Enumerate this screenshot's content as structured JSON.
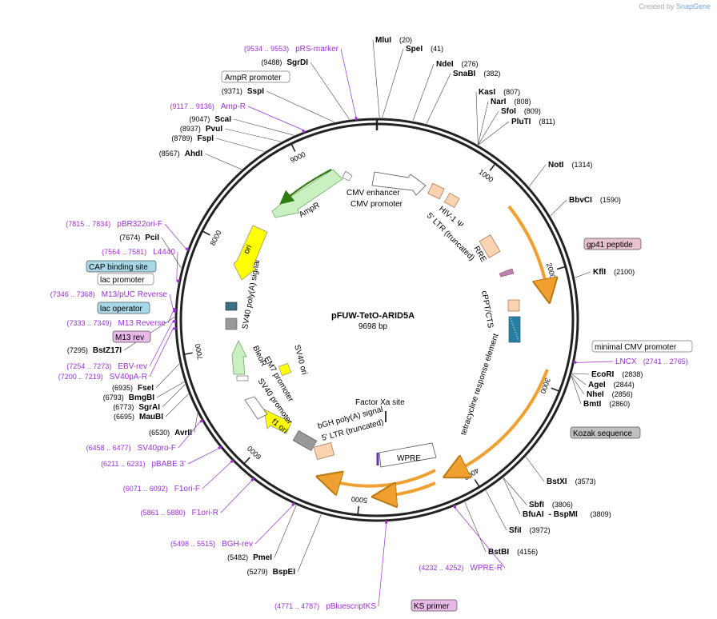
{
  "app": {
    "brand_prefix": "Created by",
    "brand_name": "SnapGene"
  },
  "plasmid": {
    "name": "pFUW-TetO-ARID5A",
    "length_label": "9698 bp",
    "length": 9698
  },
  "colors": {
    "backbone": "#222222",
    "primer": "#9b30d0",
    "orange_feature": "#f0a030"
  },
  "ticks": [
    "1000",
    "2000",
    "3000",
    "4000",
    "5000",
    "6000",
    "7000",
    "8000",
    "9000"
  ],
  "sites": [
    {
      "name": "MluI",
      "pos": "(20)"
    },
    {
      "name": "SpeI",
      "pos": "(41)"
    },
    {
      "name": "NdeI",
      "pos": "(276)"
    },
    {
      "name": "SnaBI",
      "pos": "(382)"
    },
    {
      "name": "KasI",
      "pos": "(807)"
    },
    {
      "name": "NarI",
      "pos": "(808)"
    },
    {
      "name": "SfoI",
      "pos": "(809)"
    },
    {
      "name": "PluTI",
      "pos": "(811)"
    },
    {
      "name": "NotI",
      "pos": "(1314)"
    },
    {
      "name": "BbvCI",
      "pos": "(1590)"
    },
    {
      "name": "KflI",
      "pos": "(2100)"
    },
    {
      "name": "EcoRI",
      "pos": "(2838)"
    },
    {
      "name": "AgeI",
      "pos": "(2844)"
    },
    {
      "name": "NheI",
      "pos": "(2856)"
    },
    {
      "name": "BmtI",
      "pos": "(2860)"
    },
    {
      "name": "BstXI",
      "pos": "(3573)"
    },
    {
      "name": "SbfI",
      "pos": "(3806)"
    },
    {
      "name": "BfuAI",
      "pos": "- BspMI"
    },
    {
      "name": "SfiI",
      "pos": "(3972)"
    },
    {
      "name": "BstBI",
      "pos": "(4156)"
    },
    {
      "name": "BspEI",
      "pos": "(5279)"
    },
    {
      "name": "PmeI",
      "pos": "(5482)"
    },
    {
      "name": "AvrII",
      "pos": "(6530)"
    },
    {
      "name": "MauBI",
      "pos": "(6695)"
    },
    {
      "name": "SgrAI",
      "pos": "(6773)"
    },
    {
      "name": "BmgBI",
      "pos": "(6793)"
    },
    {
      "name": "FseI",
      "pos": "(6935)"
    },
    {
      "name": "BstZ17I",
      "pos": "(7295)"
    },
    {
      "name": "PciI",
      "pos": "(7674)"
    },
    {
      "name": "AhdI",
      "pos": "(8567)"
    },
    {
      "name": "FspI",
      "pos": "(8789)"
    },
    {
      "name": "PvuI",
      "pos": "(8937)"
    },
    {
      "name": "ScaI",
      "pos": "(9047)"
    },
    {
      "name": "SspI",
      "pos": "(9371)"
    },
    {
      "name": "SgrDI",
      "pos": "(9488)"
    }
  ],
  "extra_pos": {
    "bspmi_pos": "(3809)"
  },
  "primers": [
    {
      "name": "pRS-marker",
      "pos": "(9534 .. 9553)"
    },
    {
      "name": "Amp-R",
      "pos": "(9117 .. 9136)"
    },
    {
      "name": "pBR322ori-F",
      "pos": "(7815 .. 7834)"
    },
    {
      "name": "L4440",
      "pos": "(7564 .. 7581)"
    },
    {
      "name": "M13/pUC Reverse",
      "pos": "(7346 .. 7368)"
    },
    {
      "name": "M13 Reverse",
      "pos": "(7333 .. 7349)"
    },
    {
      "name": "EBV-rev",
      "pos": "(7254 .. 7273)"
    },
    {
      "name": "SV40pA-R",
      "pos": "(7200 .. 7219)"
    },
    {
      "name": "SV40pro-F",
      "pos": "(6458 .. 6477)"
    },
    {
      "name": "pBABE 3'",
      "pos": "(6211 .. 6231)"
    },
    {
      "name": "F1ori-F",
      "pos": "(6071 .. 6092)"
    },
    {
      "name": "F1ori-R",
      "pos": "(5861 .. 5880)"
    },
    {
      "name": "BGH-rev",
      "pos": "(5498 .. 5515)"
    },
    {
      "name": "pBluescriptKS",
      "pos": "(4771 .. 4787)"
    },
    {
      "name": "WPRE-R",
      "pos": "(4232 .. 4252)"
    },
    {
      "name": "LNCX",
      "pos": "(2741 .. 2765)"
    }
  ],
  "boxed": {
    "ampr_promoter": "AmpR promoter",
    "cap_site": "CAP binding site",
    "lac_promoter": "lac promoter",
    "lac_operator": "lac operator",
    "m13_rev": "M13 rev",
    "gp41": "gp41 peptide",
    "min_cmv": "minimal CMV promoter",
    "kozak": "Kozak sequence",
    "ks_primer": "KS primer"
  },
  "features": {
    "cmv_enhancer": "CMV enhancer",
    "cmv_promoter": "CMV promoter",
    "hiv_psi": "HIV-1 Ψ",
    "ltr5_a": "5' LTR (truncated)",
    "rre": "RRE",
    "cppt": "cPPT/CTS",
    "tre": "tetracycline response element",
    "factor_xa": "Factor Xa site",
    "wpre": "WPRE",
    "bgh": "bGH poly(A) signal",
    "ltr5_b": "5' LTR (truncated)",
    "f1ori": "f1 ori",
    "sv40prom": "SV40 promoter",
    "em7": "EM7 promoter",
    "bleor": "BleoR",
    "sv40ori": "SV40 ori",
    "sv40pa": "SV40 poly(A) signal",
    "ori": "ori",
    "ampr": "AmpR"
  }
}
